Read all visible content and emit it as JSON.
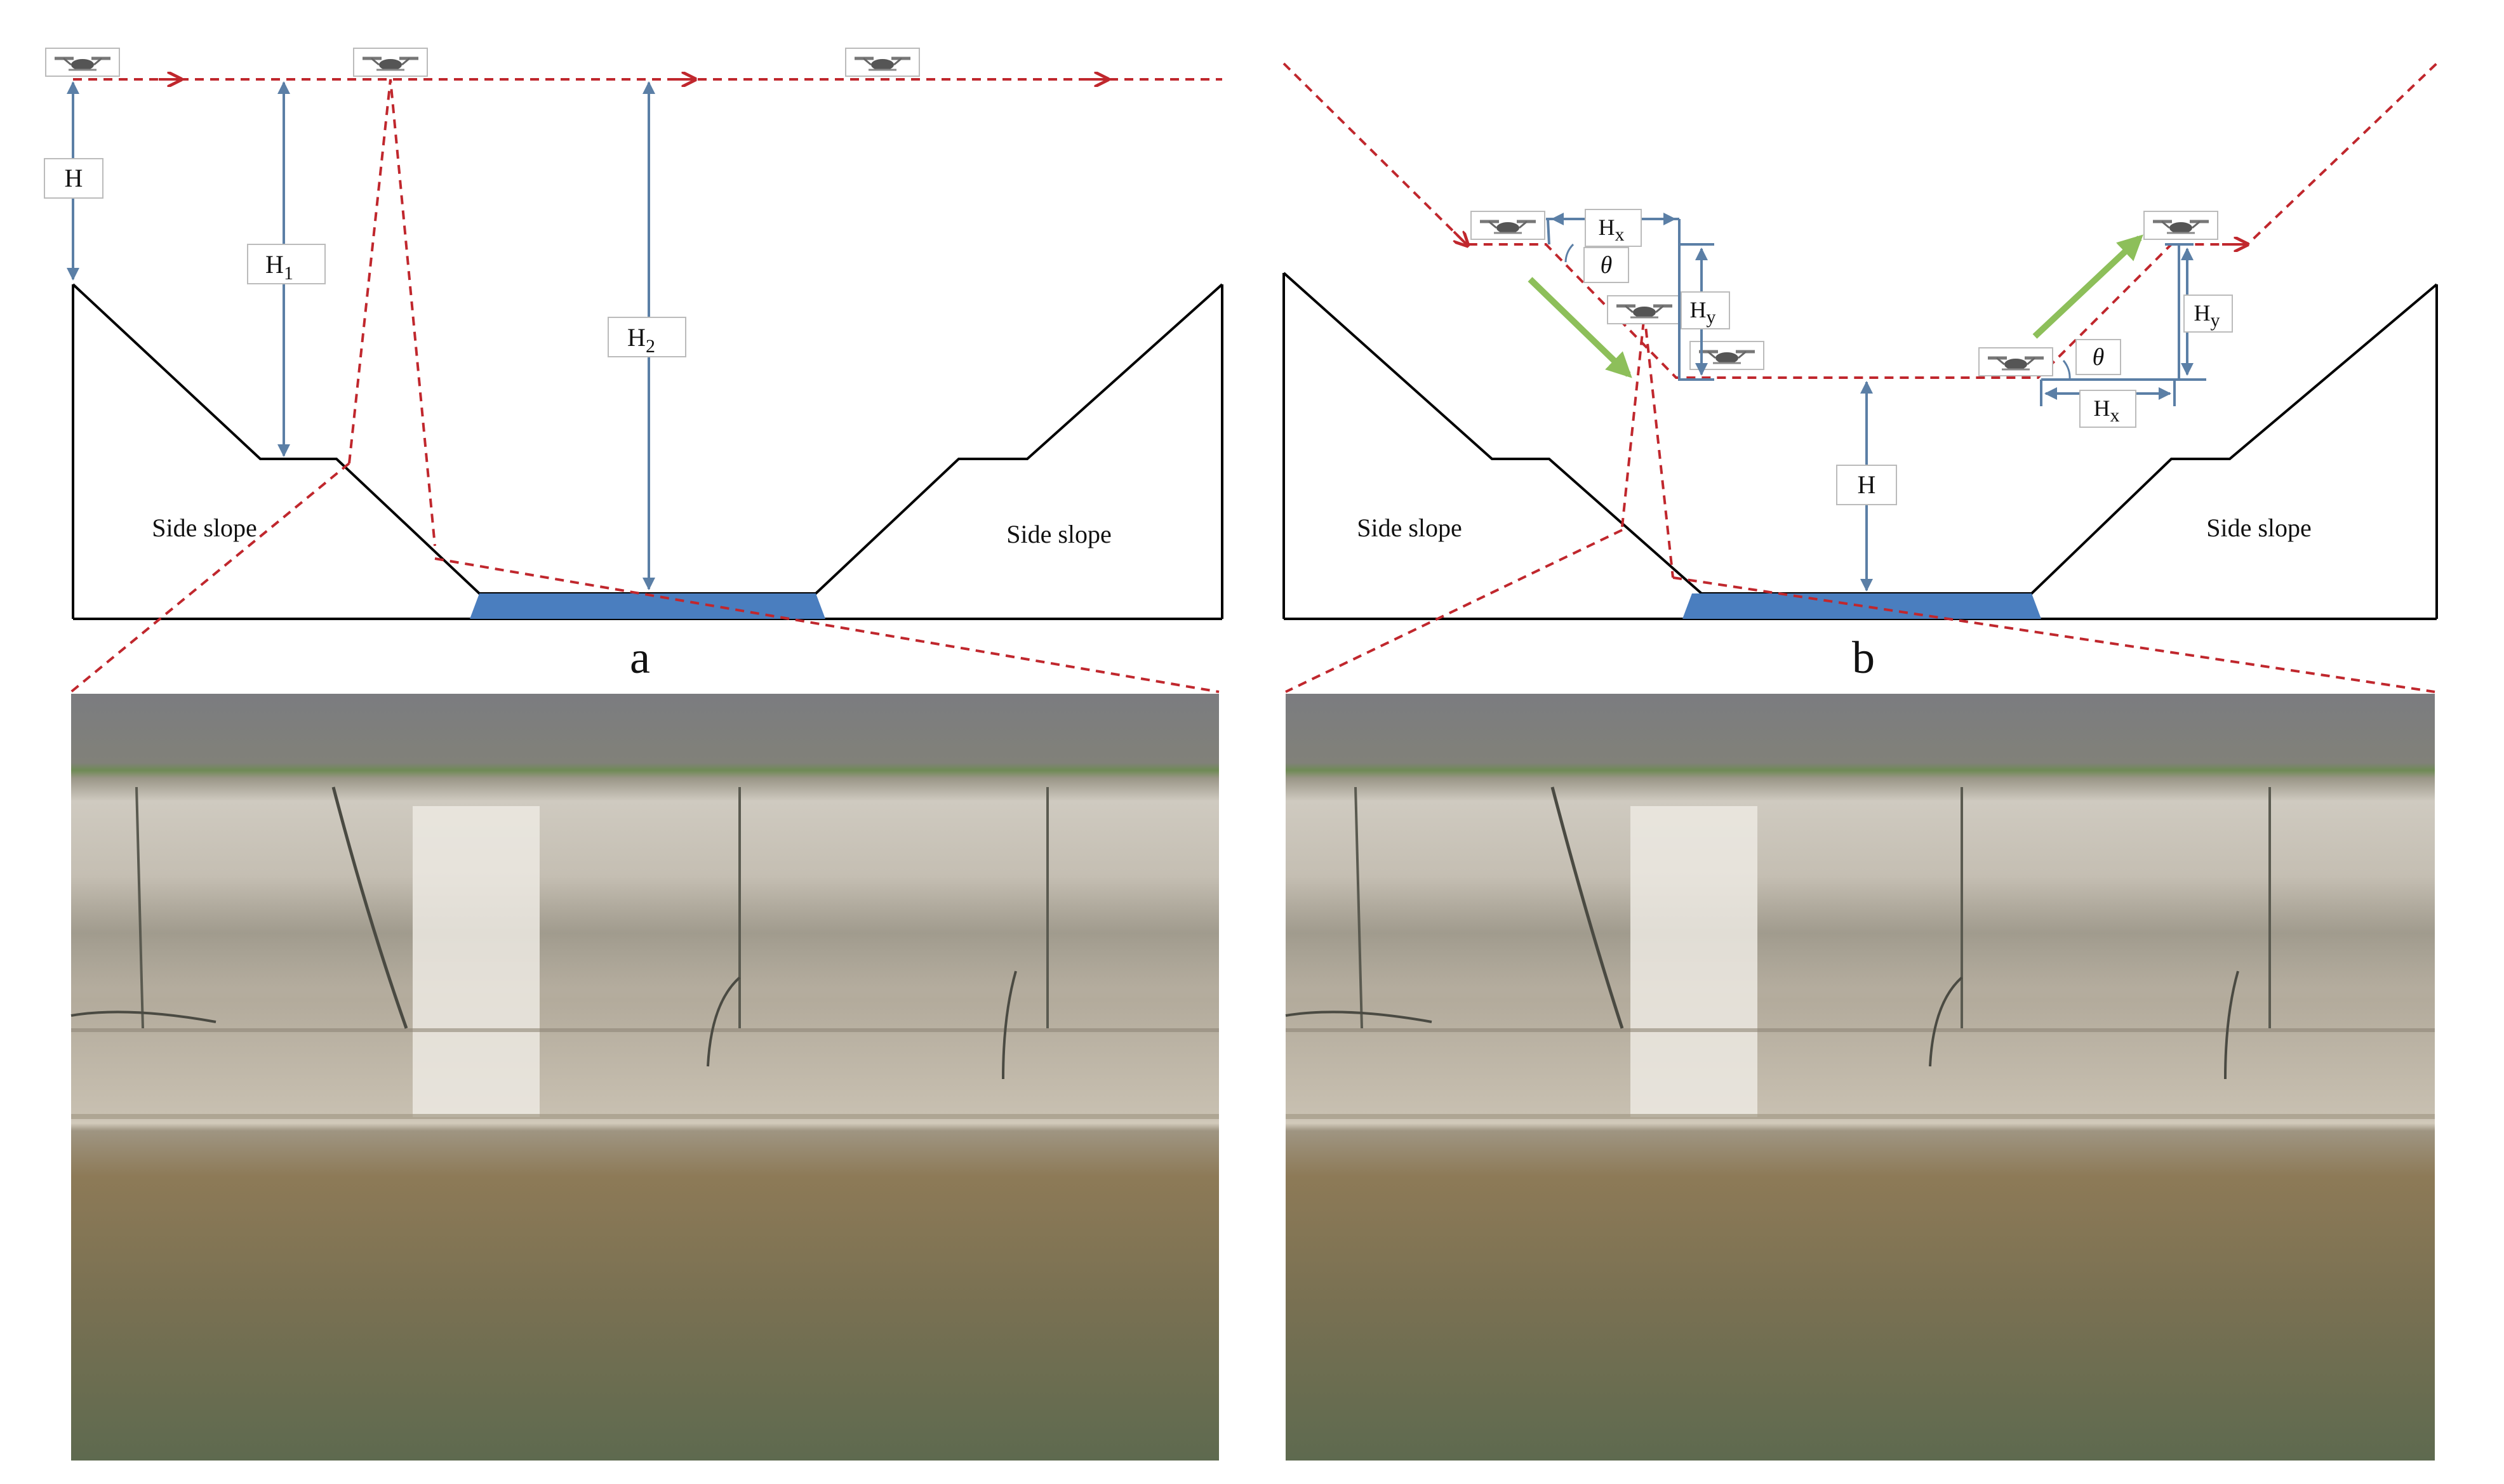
{
  "panel_a": {
    "caption": "a",
    "labels": {
      "h": "H",
      "h1": "H",
      "h1_sub": "1",
      "h2": "H",
      "h2_sub": "2"
    },
    "slope_left": "Side slope",
    "slope_right": "Side slope"
  },
  "panel_b": {
    "caption": "b",
    "labels": {
      "hx": "H",
      "hx_sub": "x",
      "hy": "H",
      "hy_sub": "y",
      "theta": "θ",
      "h": "H"
    },
    "slope_left": "Side slope",
    "slope_right": "Side slope"
  },
  "colors": {
    "flight_path": "#c0272d",
    "dimension": "#5b7fa6",
    "water": "#4a7ebf",
    "approach_arrow": "#8dbf5a",
    "outline": "#000000"
  },
  "icons": [
    "drone-icon"
  ]
}
